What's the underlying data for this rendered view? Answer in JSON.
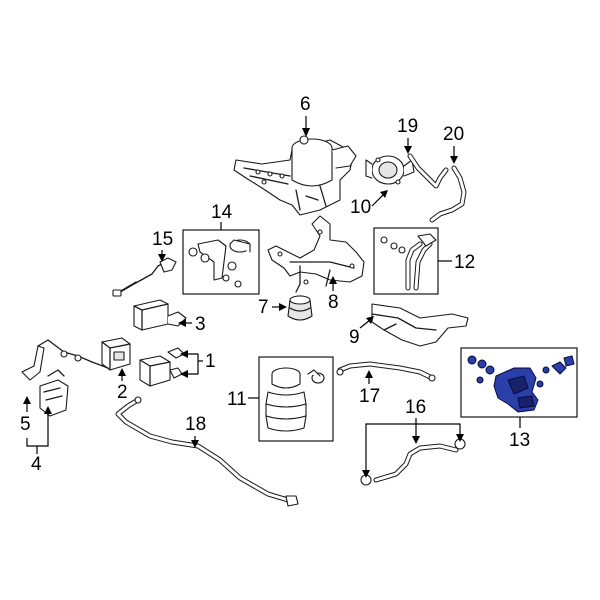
{
  "callouts": {
    "c1": "1",
    "c2": "2",
    "c3": "3",
    "c4": "4",
    "c5": "5",
    "c6": "6",
    "c7": "7",
    "c8": "8",
    "c9": "9",
    "c10": "10",
    "c11": "11",
    "c12": "12",
    "c13": "13",
    "c14": "14",
    "c15": "15",
    "c16": "16",
    "c17": "17",
    "c18": "18",
    "c19": "19",
    "c20": "20"
  },
  "colors": {
    "highlight": "#2a3fa8",
    "highlight_dark": "#16236b",
    "line": "#1a1a1a"
  }
}
